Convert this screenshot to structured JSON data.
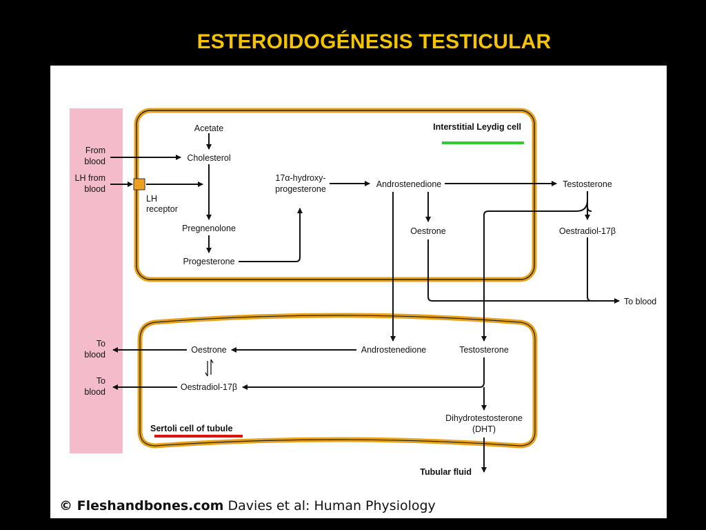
{
  "title": "ESTEROIDOGÉNESIS TESTICULAR",
  "cells": {
    "leydig_label": "Interstitial Leydig cell",
    "sertoli_label": "Sertoli cell of tubule",
    "highlight_green": "#2ecc2e",
    "highlight_red": "#e01010",
    "membrane_color": "#e8a21a",
    "blood_vessel_color": "#f4bccb"
  },
  "leydig": {
    "acetate": "Acetate",
    "cholesterol": "Cholesterol",
    "pregnenolone": "Pregnenolone",
    "progesterone": "Progesterone",
    "hydroxyprogesterone_line1": "17α-hydroxy-",
    "hydroxyprogesterone_line2": "progesterone",
    "androstenedione": "Androstenedione",
    "testosterone": "Testosterone",
    "oestrone": "Oestrone",
    "oestradiol": "Oestradiol-17β",
    "lh_receptor_line1": "LH",
    "lh_receptor_line2": "receptor"
  },
  "blood": {
    "from_blood_line1": "From",
    "from_blood_line2": "blood",
    "lh_from_blood_line1": "LH from",
    "lh_from_blood_line2": "blood",
    "to_blood_right": "To blood",
    "to_blood_1_line1": "To",
    "to_blood_1_line2": "blood",
    "to_blood_2_line1": "To",
    "to_blood_2_line2": "blood"
  },
  "sertoli": {
    "oestrone": "Oestrone",
    "oestradiol": "Oestradiol-17β",
    "androstenedione": "Androstenedione",
    "testosterone": "Testosterone",
    "dht_line1": "Dihydrotestosterone",
    "dht_line2": "(DHT)",
    "tubular_fluid": "Tubular fluid"
  },
  "credit": {
    "site": "© Fleshandbones.com",
    "citation": " Davies et al: Human Physiology"
  }
}
